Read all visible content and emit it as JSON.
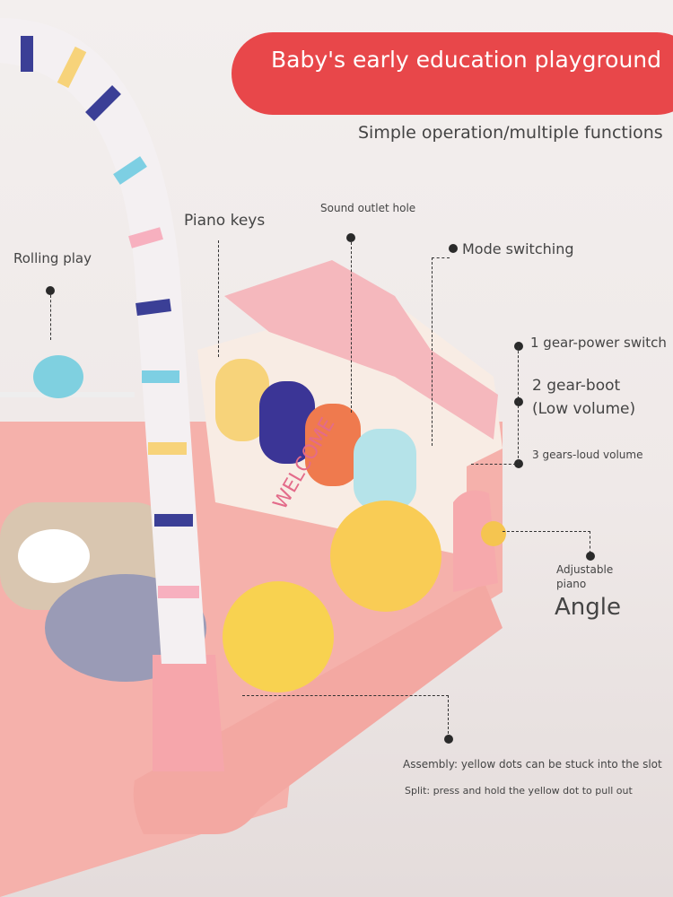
{
  "banner": {
    "title": "Baby's early education playground",
    "subtitle": "Simple operation/multiple functions"
  },
  "labels": {
    "piano_keys": "Piano keys",
    "sound_outlet": "Sound outlet hole",
    "mode_switching": "Mode switching",
    "rolling_play": "Rolling play",
    "gear1": "1 gear-power switch",
    "gear2_line1": "2 gear-boot",
    "gear2_line2": "(Low volume)",
    "gear3": "3 gears-loud volume",
    "adjustable": "Adjustable",
    "piano": "piano",
    "angle": "Angle",
    "assembly": "Assembly: yellow dots can be stuck into the slot",
    "split": "Split: press and hold the yellow dot to pull out"
  },
  "mat_text": "WELCOME",
  "colors": {
    "banner": "#e8474a",
    "mat": "#f4a9a5",
    "house": "#f6c6c8"
  }
}
